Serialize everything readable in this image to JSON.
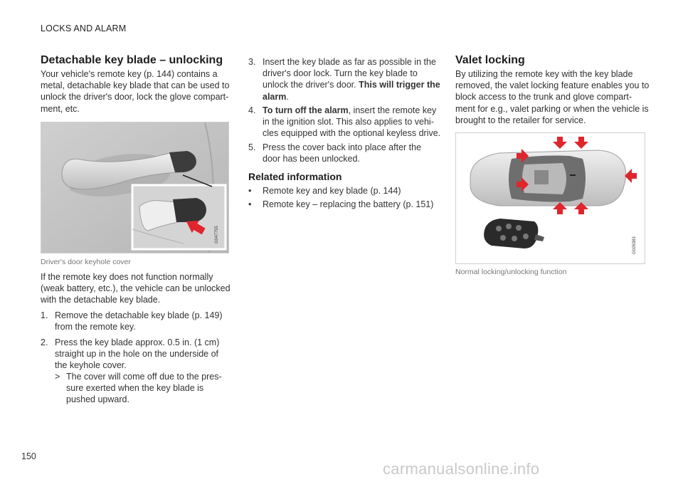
{
  "header": {
    "section": "LOCKS AND ALARM"
  },
  "page_number": "150",
  "footer": {
    "watermark": "carmanualsonline.info"
  },
  "col1": {
    "title": "Detachable key blade – unlocking",
    "intro": [
      "Your vehicle's remote key (p. 144) contains a",
      "metal, detachable key blade that can be used to",
      "unlock the driver's door, lock the glove compart-",
      "ment, etc."
    ],
    "figure": {
      "code": "G047755",
      "caption": "Driver's door keyhole cover"
    },
    "para2": [
      "If the remote key does not function normally",
      "(weak battery, etc.), the vehicle can be unlocked",
      "with the detachable key blade."
    ],
    "steps": [
      {
        "num": "1.",
        "lines": [
          "Remove the detachable key blade (p. 149)",
          "from the remote key."
        ]
      },
      {
        "num": "2.",
        "lines": [
          "Press the key blade approx. 0.5 in. (1 cm)",
          "straight up in the hole on the underside of",
          "the keyhole cover."
        ]
      }
    ],
    "result": {
      "marker": ">",
      "lines": [
        "The cover will come off due to the pres-",
        "sure exerted when the key blade is",
        "pushed upward."
      ]
    }
  },
  "col2": {
    "step3": {
      "num": "3.",
      "line1": "Insert the key blade as far as possible in the",
      "line2": "driver's door lock. Turn the key blade to",
      "line3_plain": "unlock the driver's door. ",
      "line3_bold": "This will trigger the",
      "line4_bold": "alarm",
      "line4_end": "."
    },
    "step4": {
      "num": "4.",
      "bold": "To turn off the alarm",
      "line1_rest": ", insert the remote key",
      "line2": "in the ignition slot. This also applies to vehi-",
      "line3": "cles equipped with the optional keyless drive."
    },
    "step5": {
      "num": "5.",
      "lines": [
        "Press the cover back into place after the",
        "door has been unlocked."
      ]
    },
    "related_title": "Related information",
    "related": [
      {
        "bullet": "•",
        "text": "Remote key and key blade (p. 144)"
      },
      {
        "bullet": "•",
        "text": "Remote key – replacing the battery (p. 151)"
      }
    ]
  },
  "col3": {
    "title": "Valet locking",
    "intro": [
      "By utilizing the remote key with the key blade",
      "removed, the valet locking feature enables you to",
      "block access to the trunk and glove compart-",
      "ment for e.g., valet parking or when the vehicle is",
      "brought to the retailer for service."
    ],
    "figure": {
      "code": "G026383",
      "caption": "Normal locking/unlocking function"
    }
  },
  "colors": {
    "arrow_red": "#e0252d",
    "text": "#333333",
    "caption": "#777777"
  }
}
